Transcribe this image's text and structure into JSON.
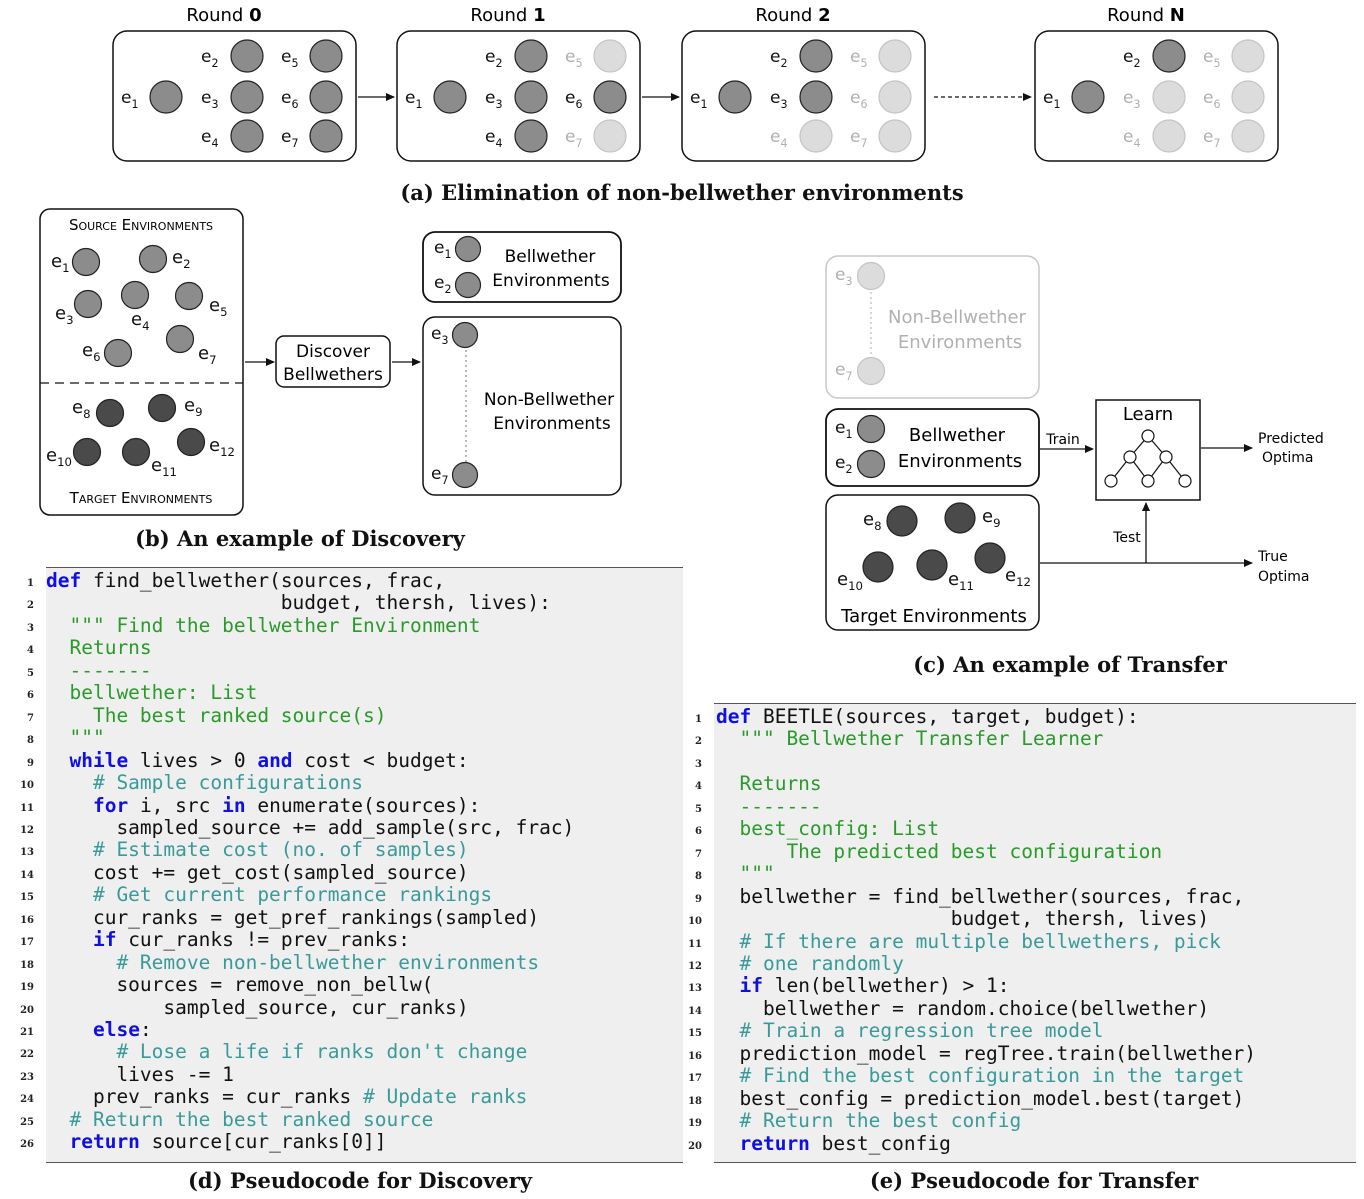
{
  "panel_a": {
    "rounds": [
      {
        "prefix": "Round ",
        "num": "0"
      },
      {
        "prefix": "Round ",
        "num": "1"
      },
      {
        "prefix": "Round ",
        "num": "2"
      },
      {
        "prefix": "Round ",
        "num": "N"
      }
    ],
    "env_labels": [
      "e1",
      "e2",
      "e3",
      "e4",
      "e5",
      "e6",
      "e7"
    ],
    "active": [
      [
        "e1",
        "e2",
        "e3",
        "e4",
        "e5",
        "e6",
        "e7"
      ],
      [
        "e1",
        "e2",
        "e3",
        "e4",
        "e6"
      ],
      [
        "e1",
        "e2",
        "e3"
      ],
      [
        "e1",
        "e2"
      ]
    ],
    "caption": "(a) Elimination of non-bellwether environments"
  },
  "panel_b": {
    "source_title": "Source Environments",
    "target_title": "Target Environments",
    "source_envs": [
      "1",
      "2",
      "3",
      "4",
      "5",
      "6",
      "7"
    ],
    "target_envs": [
      "8",
      "9",
      "10",
      "11",
      "12"
    ],
    "discover_line1": "Discover",
    "discover_line2": "Bellwethers",
    "bellwether_line1": "Bellwether",
    "bellwether_line2": "Environments",
    "bellwether_envs": [
      "1",
      "2"
    ],
    "nonbell_line1": "Non-Bellwether",
    "nonbell_line2": "Environments",
    "nonbell_envs": [
      "3",
      "7"
    ],
    "caption": "(b) An example of Discovery"
  },
  "panel_c": {
    "nonbell_line1": "Non-Bellwether",
    "nonbell_line2": "Environments",
    "nonbell_envs": [
      "3",
      "7"
    ],
    "bell_line1": "Bellwether",
    "bell_line2": "Environments",
    "bell_envs": [
      "1",
      "2"
    ],
    "target_label": "Target Environments",
    "target_envs": [
      "8",
      "9",
      "10",
      "11",
      "12"
    ],
    "learn": "Learn",
    "train": "Train",
    "test": "Test",
    "predicted_line1": "Predicted",
    "predicted_line2": "Optima",
    "true_line1": "True",
    "true_line2": "Optima",
    "caption": "(c) An example of Transfer"
  },
  "colors": {
    "active_circle": "#8c8c8c",
    "inactive_circle": "#dcdcdc",
    "target_circle": "#4a4a4a",
    "keyword": "#1010e0",
    "comment": "#3a9a9a",
    "docstring": "#2a9a2a",
    "code_bg": "#efefef"
  },
  "code_d": {
    "caption": "(d) Pseudocode for Discovery",
    "lines": [
      [
        [
          "kw",
          "def"
        ],
        [
          "n",
          " find_bellwether(sources, frac,"
        ]
      ],
      [
        [
          "n",
          "                    budget, thersh, lives):"
        ]
      ],
      [
        [
          "ds",
          "  \"\"\" Find the bellwether Environment"
        ]
      ],
      [
        [
          "ds",
          "  Returns"
        ]
      ],
      [
        [
          "ds",
          "  -------"
        ]
      ],
      [
        [
          "ds",
          "  bellwether: List"
        ]
      ],
      [
        [
          "ds",
          "    The best ranked source(s)"
        ]
      ],
      [
        [
          "ds",
          "  \"\"\""
        ]
      ],
      [
        [
          "n",
          "  "
        ],
        [
          "kw",
          "while"
        ],
        [
          "n",
          " lives > 0 "
        ],
        [
          "kw",
          "and"
        ],
        [
          "n",
          " cost < budget:"
        ]
      ],
      [
        [
          "cm",
          "    # Sample configurations"
        ]
      ],
      [
        [
          "n",
          "    "
        ],
        [
          "kw",
          "for"
        ],
        [
          "n",
          " i, src "
        ],
        [
          "kw",
          "in"
        ],
        [
          "n",
          " enumerate(sources):"
        ]
      ],
      [
        [
          "n",
          "      sampled_source += add_sample(src, frac)"
        ]
      ],
      [
        [
          "cm",
          "    # Estimate cost (no. of samples)"
        ]
      ],
      [
        [
          "n",
          "    cost += get_cost(sampled_source)"
        ]
      ],
      [
        [
          "cm",
          "    # Get current performance rankings"
        ]
      ],
      [
        [
          "n",
          "    cur_ranks = get_pref_rankings(sampled)"
        ]
      ],
      [
        [
          "n",
          "    "
        ],
        [
          "kw",
          "if"
        ],
        [
          "n",
          " cur_ranks != prev_ranks:"
        ]
      ],
      [
        [
          "cm",
          "      # Remove non-bellwether environments"
        ]
      ],
      [
        [
          "n",
          "      sources = remove_non_bellw("
        ]
      ],
      [
        [
          "n",
          "          sampled_source, cur_ranks)"
        ]
      ],
      [
        [
          "n",
          "    "
        ],
        [
          "kw",
          "else"
        ],
        [
          "n",
          ":"
        ]
      ],
      [
        [
          "cm",
          "      # Lose a life if ranks don't change"
        ]
      ],
      [
        [
          "n",
          "      lives -= 1"
        ]
      ],
      [
        [
          "n",
          "    prev_ranks = cur_ranks "
        ],
        [
          "cm",
          "# Update ranks"
        ]
      ],
      [
        [
          "cm",
          "  # Return the best ranked source"
        ]
      ],
      [
        [
          "n",
          "  "
        ],
        [
          "kw",
          "return"
        ],
        [
          "n",
          " source[cur_ranks[0]]"
        ]
      ]
    ]
  },
  "code_e": {
    "caption": "(e) Pseudocode for Transfer",
    "lines": [
      [
        [
          "kw",
          "def"
        ],
        [
          "n",
          " BEETLE(sources, target, budget):"
        ]
      ],
      [
        [
          "ds",
          "  \"\"\" Bellwether Transfer Learner"
        ]
      ],
      [
        [
          "n",
          ""
        ]
      ],
      [
        [
          "ds",
          "  Returns"
        ]
      ],
      [
        [
          "ds",
          "  -------"
        ]
      ],
      [
        [
          "ds",
          "  best_config: List"
        ]
      ],
      [
        [
          "ds",
          "      The predicted best configuration"
        ]
      ],
      [
        [
          "ds",
          "  \"\"\""
        ]
      ],
      [
        [
          "n",
          "  bellwether = find_bellwether(sources, frac,"
        ]
      ],
      [
        [
          "n",
          "                    budget, thersh, lives)"
        ]
      ],
      [
        [
          "cm",
          "  # If there are multiple bellwethers, pick"
        ]
      ],
      [
        [
          "cm",
          "  # one randomly"
        ]
      ],
      [
        [
          "n",
          "  "
        ],
        [
          "kw",
          "if"
        ],
        [
          "n",
          " len(bellwether) > 1:"
        ]
      ],
      [
        [
          "n",
          "    bellwether = random.choice(bellwether)"
        ]
      ],
      [
        [
          "cm",
          "  # Train a regression tree model"
        ]
      ],
      [
        [
          "n",
          "  prediction_model = regTree.train(bellwether)"
        ]
      ],
      [
        [
          "cm",
          "  # Find the best configuration in the target"
        ]
      ],
      [
        [
          "n",
          "  best_config = prediction_model.best(target)"
        ]
      ],
      [
        [
          "cm",
          "  # Return the best config"
        ]
      ],
      [
        [
          "n",
          "  "
        ],
        [
          "kw",
          "return"
        ],
        [
          "n",
          " best_config"
        ]
      ]
    ]
  }
}
